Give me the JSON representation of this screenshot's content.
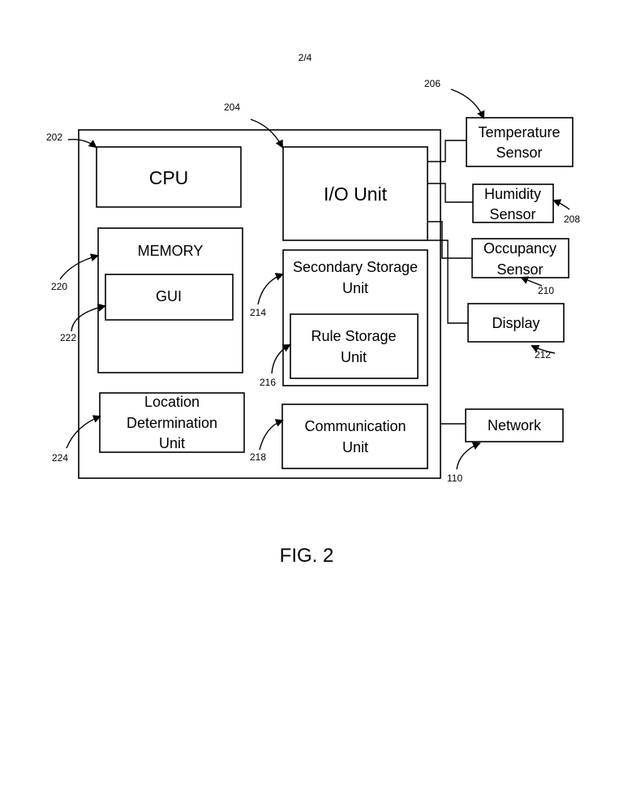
{
  "page_number": "2/4",
  "figure_caption": "FIG. 2",
  "blocks": {
    "cpu": "CPU",
    "io_unit": "I/O Unit",
    "memory": "MEMORY",
    "gui": "GUI",
    "secondary_storage": [
      "Secondary Storage",
      "Unit"
    ],
    "rule_storage": [
      "Rule Storage",
      "Unit"
    ],
    "location_determination": [
      "Location",
      "Determination",
      "Unit"
    ],
    "communication": [
      "Communication",
      "Unit"
    ]
  },
  "peripherals": {
    "temperature_sensor": [
      "Temperature",
      "Sensor"
    ],
    "humidity_sensor": [
      "Humidity",
      "Sensor"
    ],
    "occupancy_sensor": [
      "Occupancy",
      "Sensor"
    ],
    "display": "Display",
    "network": "Network"
  },
  "reference_numerals": {
    "device": "202",
    "io_unit": "204",
    "temperature_sensor": "206",
    "humidity_sensor": "208",
    "occupancy_sensor": "210",
    "display": "212",
    "secondary_storage": "214",
    "rule_storage": "216",
    "communication": "218",
    "memory": "220",
    "gui": "222",
    "location_determination": "224",
    "network": "110"
  }
}
